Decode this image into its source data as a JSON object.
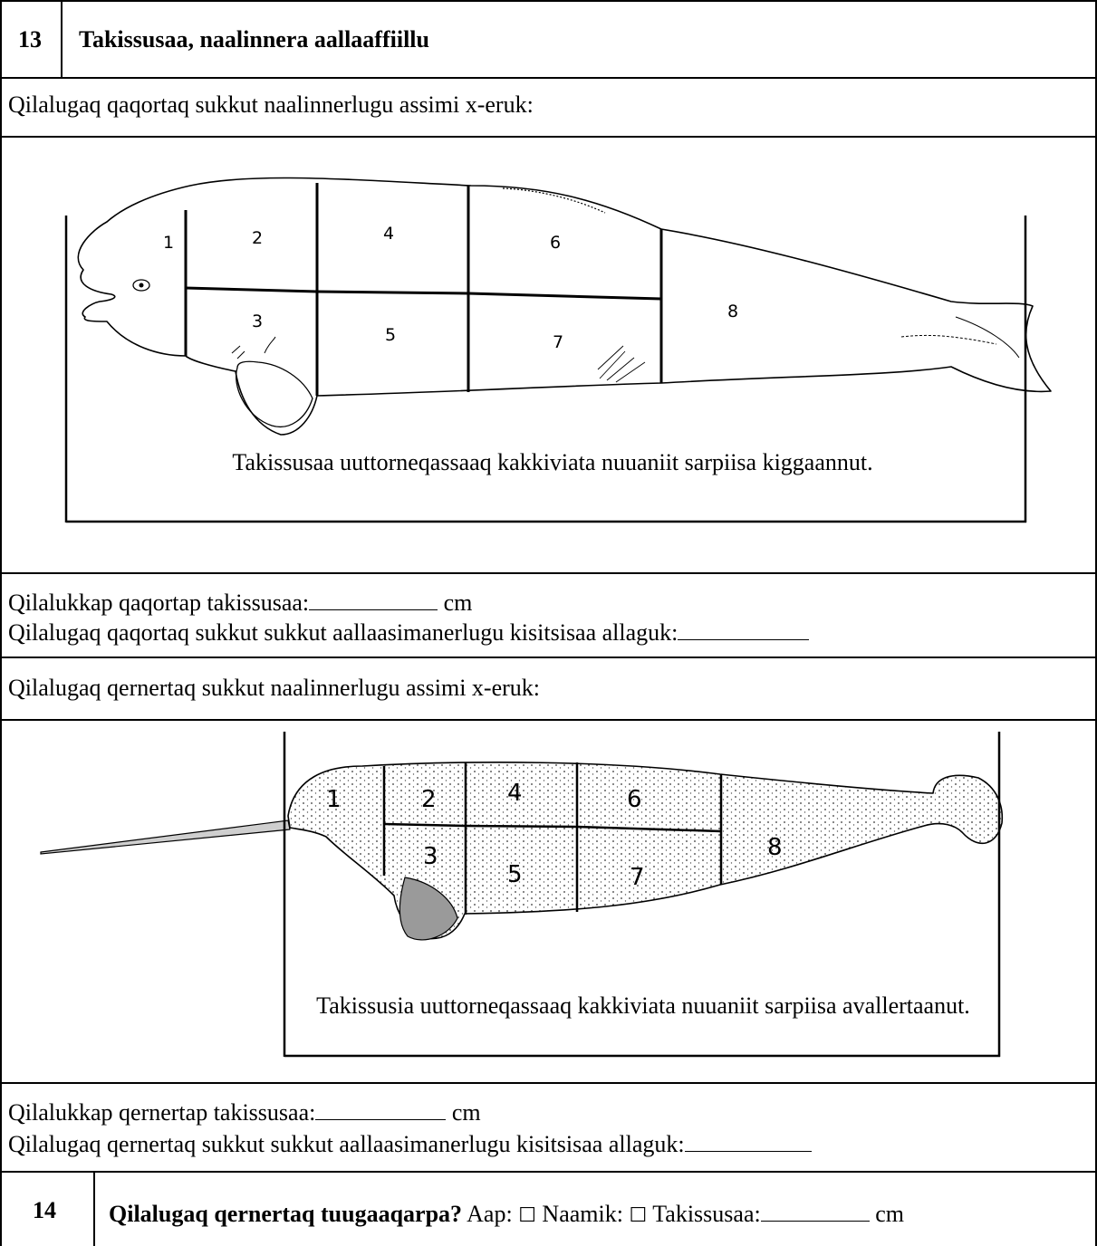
{
  "section13": {
    "number": "13",
    "title": "Takissusaa, naalinnera aallaaffiillu",
    "beluga_prompt": "Qilalugaq qaqortaq sukkut naalinnerlugu assimi x-eruk:",
    "beluga_regions": [
      "1",
      "2",
      "3",
      "4",
      "5",
      "6",
      "7",
      "8"
    ],
    "beluga_caption": "Takissusaa uuttorneqassaaq kakkiviata nuuaniit sarpiisa kiggaannut.",
    "beluga_length_label": "Qilalukkap qaqortap takissusaa:",
    "beluga_length_unit": "cm",
    "beluga_direction_label": "Qilalugaq qaqortaq sukkut sukkut aallaasimanerlugu kisitsisaa allaguk:",
    "narwhal_prompt": "Qilalugaq qernertaq sukkut naalinnerlugu assimi x-eruk:",
    "narwhal_regions": [
      "1",
      "2",
      "3",
      "4",
      "5",
      "6",
      "7",
      "8"
    ],
    "narwhal_caption": "Takissusia uuttorneqassaaq kakkiviata nuuaniit sarpiisa avallertaanut.",
    "narwhal_length_label": "Qilalukkap qernertap takissusaa:",
    "narwhal_length_unit": "cm",
    "narwhal_direction_label": "Qilalugaq qernertaq sukkut sukkut aallaasimanerlugu kisitsisaa allaguk:"
  },
  "section14": {
    "number": "14",
    "question": "Qilalugaq qernertaq tuugaaqarpa?",
    "yes_label": "Aap:",
    "no_label": "Naamik:",
    "checkbox_glyph": "☐",
    "tusk_length_label": "Takissusaa:",
    "tusk_unit": "cm"
  }
}
